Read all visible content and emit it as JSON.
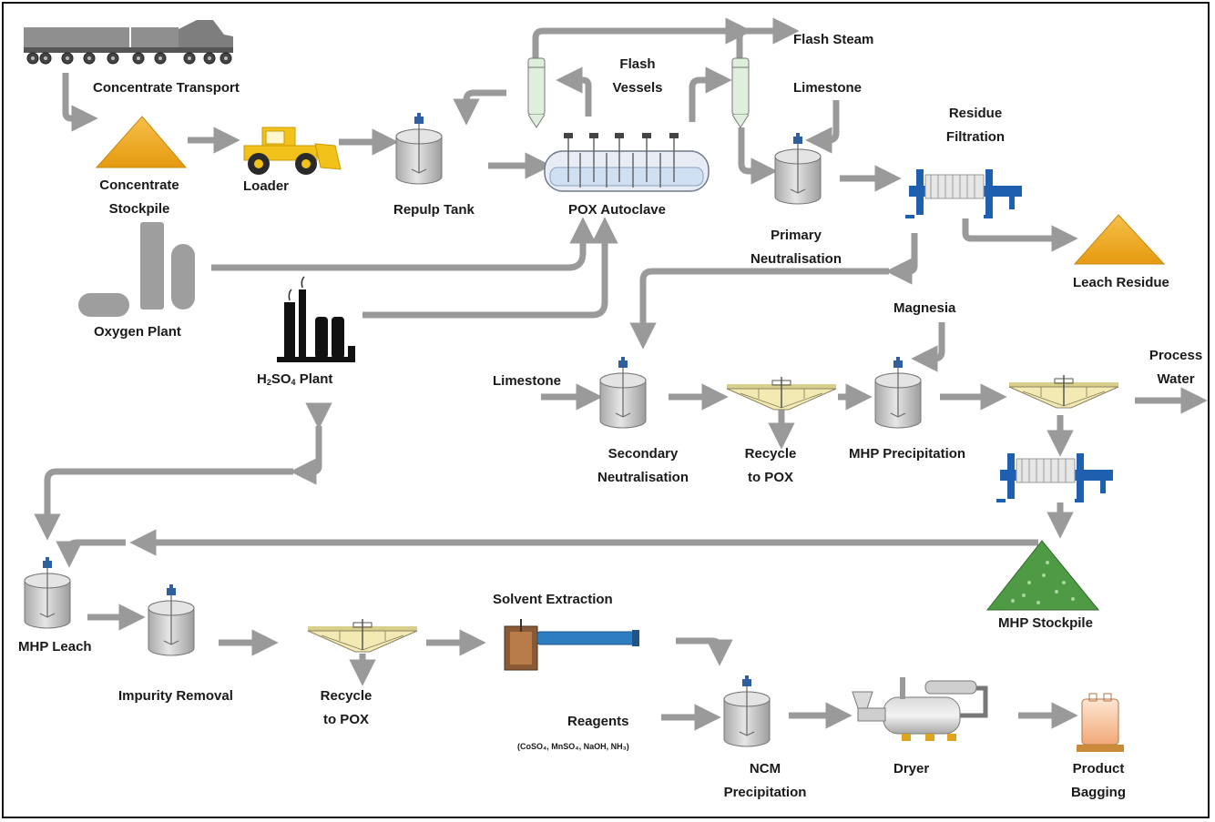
{
  "labels": {
    "concentrate_transport": "Concentrate Transport",
    "concentrate_stockpile_1": "Concentrate",
    "concentrate_stockpile_2": "Stockpile",
    "loader": "Loader",
    "repulp_tank": "Repulp Tank",
    "flash_vessels_1": "Flash",
    "flash_vessels_2": "Vessels",
    "flash_steam": "Flash Steam",
    "limestone_top": "Limestone",
    "residue_filtration_1": "Residue",
    "residue_filtration_2": "Filtration",
    "pox_autoclave": "POX Autoclave",
    "primary_neutralisation_1": "Primary",
    "primary_neutralisation_2": "Neutralisation",
    "leach_residue": "Leach Residue",
    "oxygen_plant": "Oxygen Plant",
    "h2so4_h": "H",
    "h2so4_2": "2",
    "h2so4_so": "SO",
    "h2so4_4": "4",
    "h2so4_plant": " Plant",
    "magnesia": "Magnesia",
    "process_water_1": "Process",
    "process_water_2": "Water",
    "limestone_mid": "Limestone",
    "secondary_neutralisation_1": "Secondary",
    "secondary_neutralisation_2": "Neutralisation",
    "recycle_pox_mid_1": "Recycle",
    "recycle_pox_mid_2": "to POX",
    "mhp_precipitation": "MHP Precipitation",
    "mhp_stockpile": "MHP Stockpile",
    "mhp_leach": "MHP Leach",
    "impurity_removal": "Impurity Removal",
    "recycle_pox_low_1": "Recycle",
    "recycle_pox_low_2": "to POX",
    "solvent_extraction": "Solvent Extraction",
    "reagents": "Reagents",
    "reagents_list": "(CoSO₄, MnSO₄, NaOH, NH₃)",
    "ncm_precipitation_1": "NCM",
    "ncm_precipitation_2": "Precipitation",
    "dryer": "Dryer",
    "product_bagging_1": "Product",
    "product_bagging_2": "Bagging"
  },
  "colors": {
    "arrow": "#9a9a9a",
    "arrow_stroke": "#7a7a7a",
    "stockpile_gold": "#f0a81c",
    "mhp_green": "#4f9a45",
    "tank_grey": "#c9c9c9",
    "agitator_blue": "#2f5f9e",
    "filter_blue": "#1f5fb0",
    "thickener_yellow": "#f3eab3",
    "loader_yellow": "#f2c21a",
    "flash_vessel_green": "#dfeedd",
    "bag_peach": "#f4b98f"
  }
}
